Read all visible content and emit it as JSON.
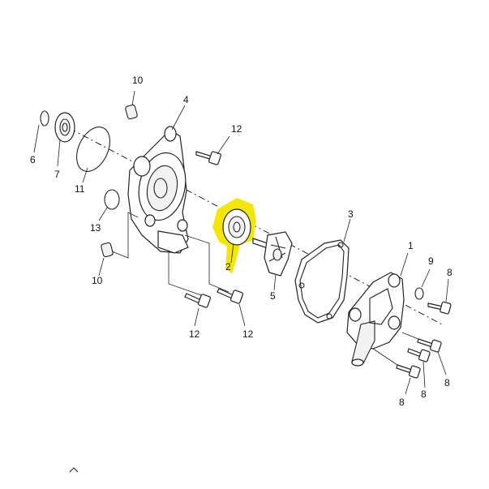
{
  "diagram": {
    "highlight_color": "#f5e60a",
    "callouts": [
      {
        "id": "1",
        "text": "1"
      },
      {
        "id": "2",
        "text": "2"
      },
      {
        "id": "3",
        "text": "3"
      },
      {
        "id": "4",
        "text": "4"
      },
      {
        "id": "5",
        "text": "5"
      },
      {
        "id": "6",
        "text": "6"
      },
      {
        "id": "7",
        "text": "7"
      },
      {
        "id": "8a",
        "text": "8"
      },
      {
        "id": "8b",
        "text": "8"
      },
      {
        "id": "8c",
        "text": "8"
      },
      {
        "id": "8d",
        "text": "8"
      },
      {
        "id": "9",
        "text": "9"
      },
      {
        "id": "10a",
        "text": "10"
      },
      {
        "id": "10b",
        "text": "10"
      },
      {
        "id": "11",
        "text": "11"
      },
      {
        "id": "12a",
        "text": "12"
      },
      {
        "id": "12b",
        "text": "12"
      },
      {
        "id": "12c",
        "text": "12"
      },
      {
        "id": "13",
        "text": "13"
      }
    ]
  }
}
